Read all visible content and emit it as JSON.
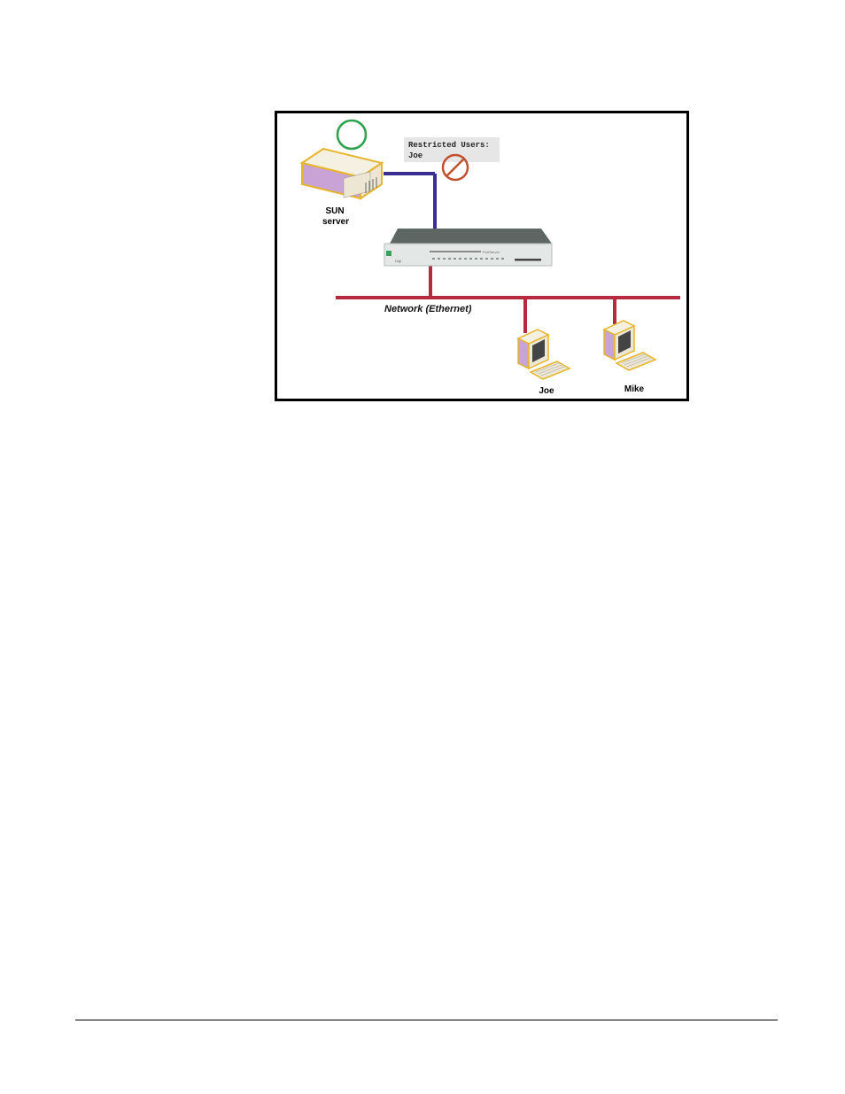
{
  "diagram": {
    "restricted_box": {
      "line1": "Restricted Users:",
      "line2": "Joe"
    },
    "server_label": {
      "line1": "SUN",
      "line2": "server"
    },
    "network_label": "Network (Ethernet)",
    "users": [
      {
        "name": "Joe"
      },
      {
        "name": "Mike"
      }
    ],
    "device_text": {
      "brand": "Digi",
      "model": "PortServer"
    },
    "colors": {
      "network_line": "#b52a3c",
      "server_link": "#3a2e8f",
      "allowed_circle": "#2aa34a",
      "restricted_symbol": "#c0502e",
      "device_body": "#e3e8e6",
      "device_top": "#5d6663",
      "purple": "#c9a3d6",
      "outline": "#e7b52d"
    },
    "icons": [
      "server-icon",
      "terminal-server-icon",
      "computer-icon",
      "allowed-circle-icon",
      "no-access-icon"
    ]
  }
}
